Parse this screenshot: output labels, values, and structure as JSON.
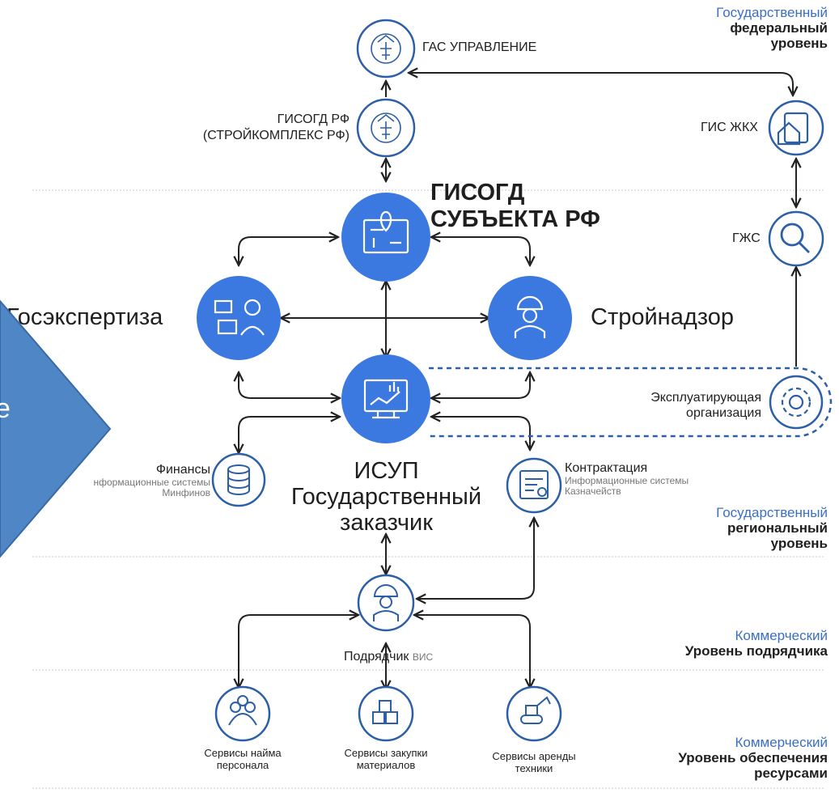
{
  "levels": {
    "federal": {
      "k": "Государственный",
      "v1": "федеральный",
      "v2": "уровень"
    },
    "regional": {
      "k": "Государственный",
      "v1": "региональный",
      "v2": "уровень"
    },
    "contractor": {
      "k": "Коммерческий",
      "v1": "Уровень подрядчика"
    },
    "resources": {
      "k": "Коммерческий",
      "v1": "Уровень обеспечения",
      "v2": "ресурсами"
    }
  },
  "nodes": {
    "gas": "ГАС УПРАВЛЕНИЕ",
    "gisogd_rf_1": "ГИСОГД РФ",
    "gisogd_rf_2": "(СТРОЙКОМПЛЕКС РФ)",
    "gis_zhkh": "ГИС ЖКХ",
    "gzhs": "ГЖС",
    "gisogd_subj_1": "ГИСОГД",
    "gisogd_subj_2": "СУБЪЕКТА РФ",
    "gosexpertiza": "Госэкспертиза",
    "stroynadzor": "Стройнадзор",
    "operator_1": "Эксплуатирующая",
    "operator_2": "организация",
    "isup_1": "ИСУП",
    "isup_2": "Государственный",
    "isup_3": "заказчик",
    "finance": "Финансы",
    "finance_sub1": "нформационные системы",
    "finance_sub2": "Минфинов",
    "contract": "Контрактация",
    "contract_sub1": "Информационные системы",
    "contract_sub2": "Казначейств",
    "contractor": "Подрядчик",
    "contractor_tag": "ВИС",
    "hire_1": "Сервисы найма",
    "hire_2": "персонала",
    "buy_1": "Сервисы закупки",
    "buy_2": "материалов",
    "rent_1": "Сервисы аренды",
    "rent_2": "техники"
  },
  "overlay": {
    "text": "е"
  },
  "colors": {
    "accent": "#3b78e0",
    "level": "#3a6fc4",
    "overlay": "#4f86c6",
    "ring": "#2c5fa8"
  },
  "icons": {
    "gas": "emblem-icon",
    "gisogd_rf": "emblem-icon",
    "gis_zhkh": "house-icon",
    "gzhs": "magnifier-icon",
    "gisogd_subj": "map-pin-icon",
    "gosexpertiza": "expert-icon",
    "stroynadzor": "inspector-icon",
    "isup": "dashboard-icon",
    "operator": "gear-icon",
    "finance": "database-icon",
    "contract": "certificate-icon",
    "contractor": "worker-icon",
    "hire": "people-icon",
    "buy": "boxes-icon",
    "rent": "excavator-icon"
  }
}
